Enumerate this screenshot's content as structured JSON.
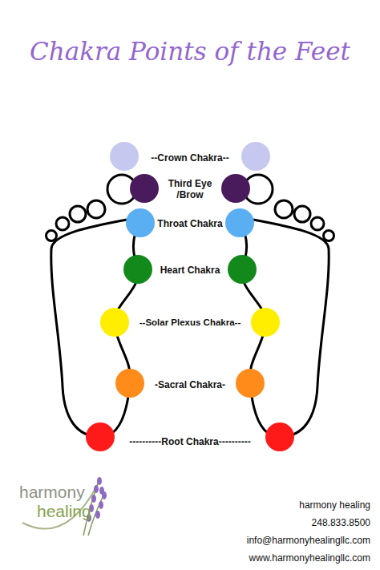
{
  "diagram": {
    "title": "Chakra Points of the Feet",
    "labels": [
      "--Crown Chakra--",
      "Third Eye /Brow",
      "Throat Chakra",
      "Heart Chakra",
      "--Solar Plexus Chakra--",
      "-Sacral Chakra-",
      "----------Root Chakra----------",
      "harmony",
      "healing",
      "harmony healing",
      "248.833.8500",
      "info@harmonyhealingllc.com",
      "www.harmonyhealingllc.com"
    ]
  }
}
